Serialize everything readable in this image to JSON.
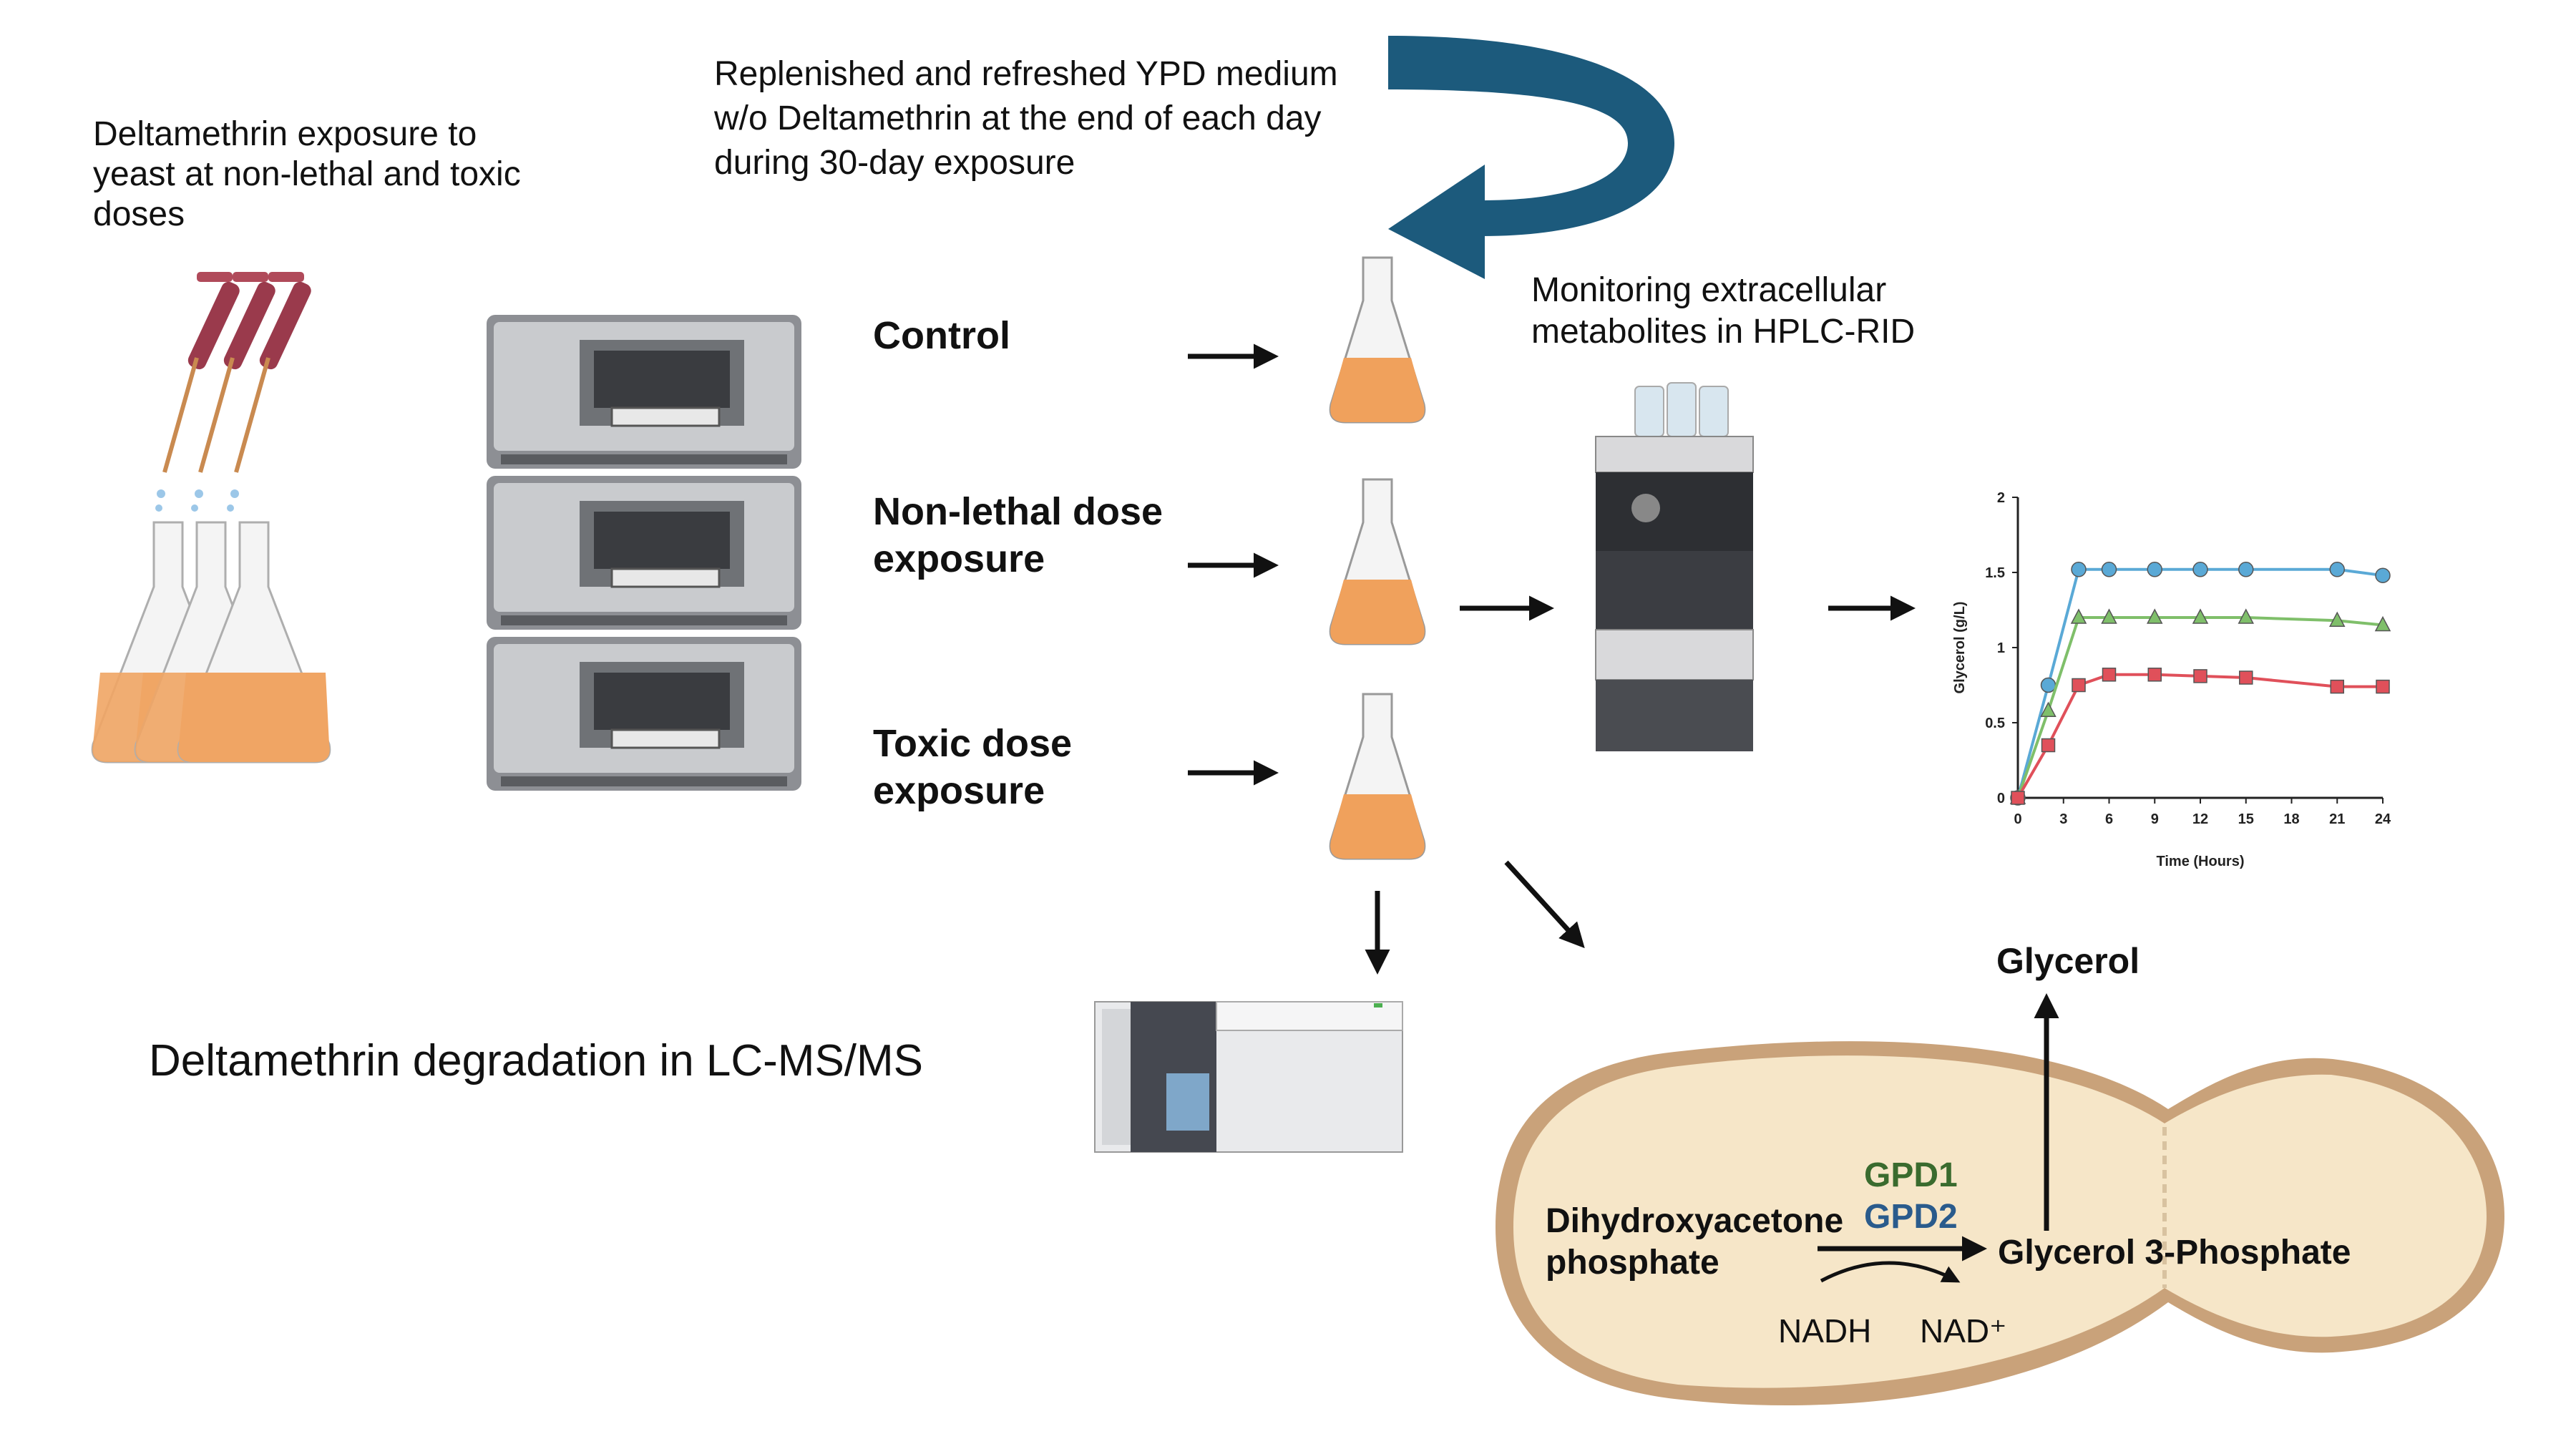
{
  "labels": {
    "replenish_1": "Replenished and refreshed YPD medium",
    "replenish_2": "w/o Deltamethrin at the end of each day",
    "replenish_3": "during 30-day exposure",
    "exposure_1": "Deltamethrin exposure to",
    "exposure_2": "yeast at non-lethal and toxic",
    "exposure_3": "doses",
    "control": "Control",
    "nonlethal_1": "Non-lethal dose",
    "nonlethal_2": "exposure",
    "toxic_1": "Toxic dose",
    "toxic_2": "exposure",
    "hplc_1": "Monitoring extracellular",
    "hplc_2": "metabolites in HPLC-RID",
    "lcms": "Deltamethrin degradation in LC-MS/MS"
  },
  "pathway": {
    "product": "Glycerol",
    "substrate_1": "Dihydroxyacetone",
    "substrate_2": "phosphate",
    "enzyme_1": "GPD1",
    "enzyme_2": "GPD2",
    "intermediate": "Glycerol 3-Phosphate",
    "cofactor_in": "NADH",
    "cofactor_out": "NAD⁺"
  },
  "colors": {
    "arc_arrow": "#1c5a7c",
    "medium": "#f0a15c",
    "cell_wall": "#c9a27a",
    "cytoplasm": "#f6e6c8",
    "gpd1": "#3a6b2e",
    "gpd2": "#2a5b8c"
  },
  "chart_data": {
    "type": "line",
    "title": "",
    "xlabel": "Time (Hours)",
    "ylabel": "Glycerol (g/L)",
    "x": [
      0,
      2,
      4,
      6,
      9,
      12,
      15,
      21,
      24
    ],
    "xticks": [
      0,
      3,
      6,
      9,
      12,
      15,
      18,
      21,
      24
    ],
    "yticks": [
      0,
      0.5,
      1,
      1.5,
      2
    ],
    "xlim": [
      0,
      24
    ],
    "ylim": [
      0,
      2
    ],
    "grid": false,
    "series": [
      {
        "color": "#5aa9d6",
        "marker": "circle",
        "values": [
          0,
          0.75,
          1.52,
          1.52,
          1.52,
          1.52,
          1.52,
          1.52,
          1.48
        ]
      },
      {
        "color": "#7fbf6a",
        "marker": "triangle",
        "values": [
          0,
          0.58,
          1.2,
          1.2,
          1.2,
          1.2,
          1.2,
          1.18,
          1.15
        ]
      },
      {
        "color": "#e0505a",
        "marker": "square",
        "values": [
          0,
          0.35,
          0.75,
          0.82,
          0.82,
          0.81,
          0.8,
          0.74,
          0.74
        ]
      }
    ]
  }
}
